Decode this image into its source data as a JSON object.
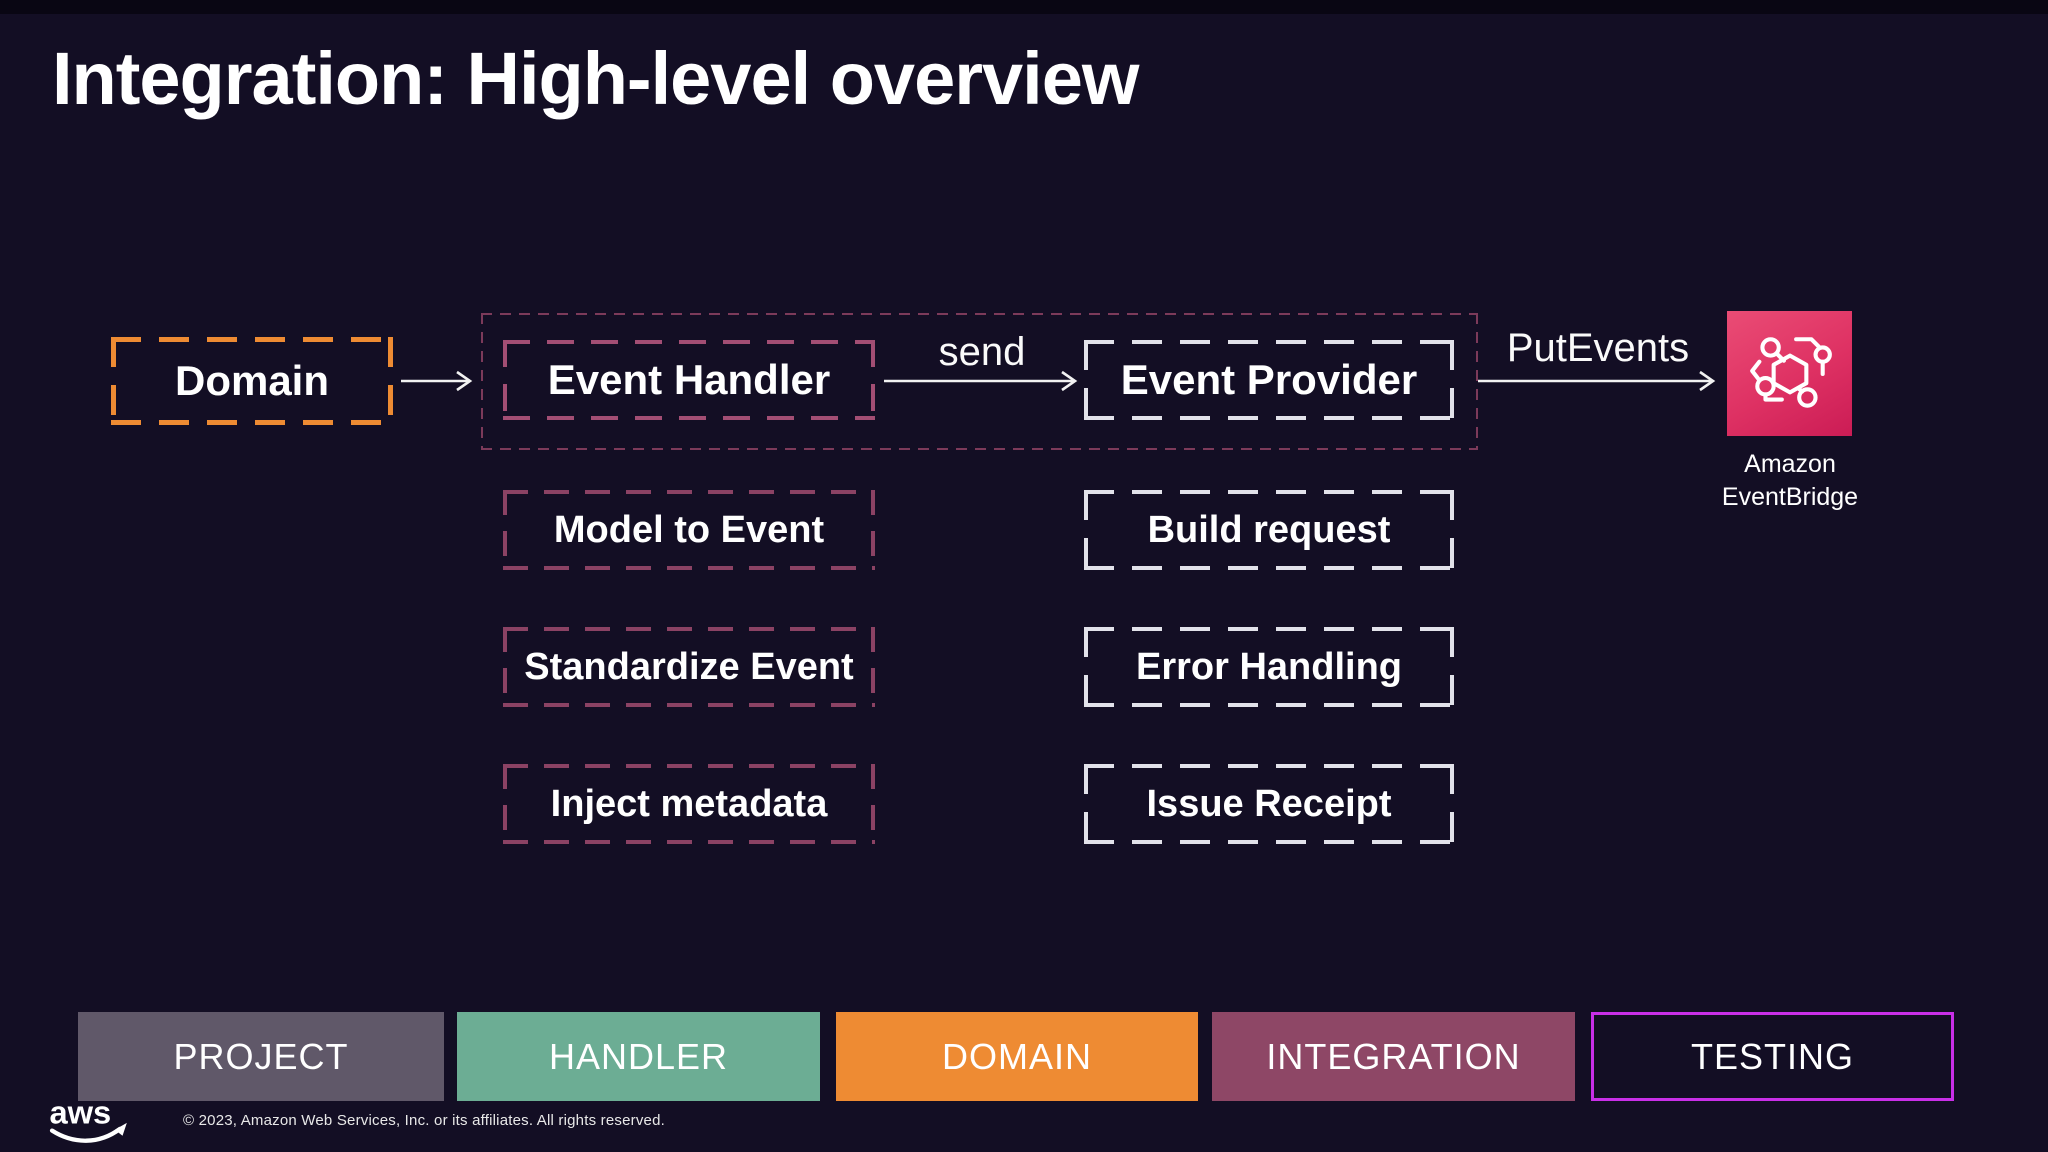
{
  "slide": {
    "title": "Integration: High-level overview",
    "background": "#130E24"
  },
  "diagram": {
    "domain_label": "Domain",
    "event_handler_label": "Event Handler",
    "event_provider_label": "Event Provider",
    "send_label": "send",
    "put_events_label": "PutEvents",
    "eventbridge_caption": "Amazon\nEventBridge",
    "handler_steps": [
      "Model to Event",
      "Standardize Event",
      "Inject metadata"
    ],
    "provider_steps": [
      "Build request",
      "Error Handling",
      "Issue Receipt"
    ]
  },
  "legend": {
    "items": [
      {
        "label": "PROJECT",
        "fill": "#605869",
        "border": ""
      },
      {
        "label": "HANDLER",
        "fill": "#6CAD94",
        "border": ""
      },
      {
        "label": "DOMAIN",
        "fill": "#EE8B33",
        "border": ""
      },
      {
        "label": "INTEGRATION",
        "fill": "#8E4766",
        "border": ""
      },
      {
        "label": "TESTING",
        "fill": "transparent",
        "border": "#C92FE8"
      }
    ]
  },
  "footer": {
    "logo_text": "aws",
    "copyright": "© 2023, Amazon Web Services, Inc. or its affiliates. All rights reserved."
  },
  "colors": {
    "accent_orange": "#EE8B33",
    "maroon_dash": "#A34E74",
    "maroon_dash_dim": "#8B4264",
    "container_dash": "#7C3A5A",
    "white_dash": "#E2E2EA",
    "eventbridge_pink_start": "#EA4C75",
    "eventbridge_pink_end": "#CB1C55",
    "testing_border": "#C92FE8",
    "arrow": "#F2F2F2"
  }
}
